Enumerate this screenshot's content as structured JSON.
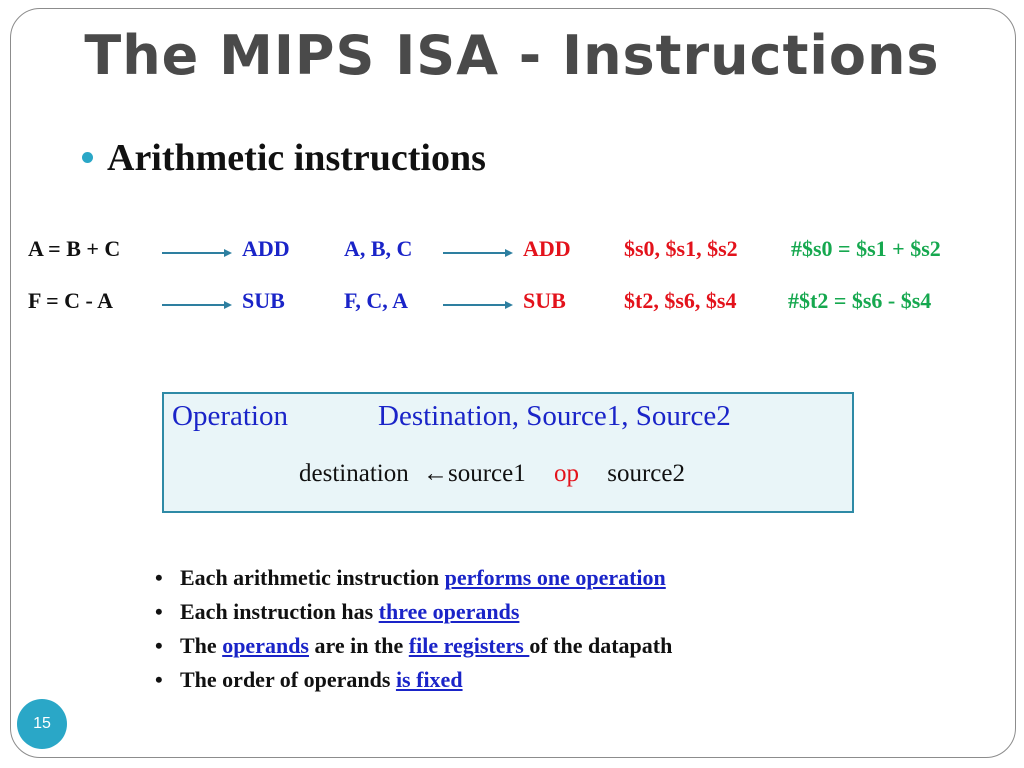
{
  "slide": {
    "title": "The MIPS ISA - Instructions",
    "heading": "Arithmetic instructions",
    "page_number": "15"
  },
  "examples": [
    {
      "expr": "A = B + C",
      "op": "ADD",
      "args": "A, B, C",
      "mips_op": "ADD",
      "mips_args": "$s0, $s1, $s2",
      "comment": "#$s0 = $s1 + $s2"
    },
    {
      "expr": "F = C - A",
      "op": "SUB",
      "args": "F, C, A",
      "mips_op": "SUB",
      "mips_args": "$t2, $s6, $s4",
      "comment": "#$t2 = $s6 - $s4"
    }
  ],
  "format_box": {
    "operation": "Operation",
    "operands": "Destination, Source1, Source2",
    "destination": "destination",
    "arrow": "←",
    "source1": "source1",
    "op": "op",
    "source2": "source2"
  },
  "bullets": [
    {
      "pre": "Each arithmetic instruction ",
      "link1": "performs one operation",
      "mid": "",
      "link2": "",
      "post": ""
    },
    {
      "pre": "Each instruction has ",
      "link1": "three operands",
      "mid": "",
      "link2": "",
      "post": ""
    },
    {
      "pre": "The ",
      "link1": "operands",
      "mid": " are in the ",
      "link2": "file registers ",
      "post": "of the datapath"
    },
    {
      "pre": "The order of operands ",
      "link1": "is fixed",
      "mid": "",
      "link2": "",
      "post": ""
    }
  ],
  "bullet_glyph": "•",
  "colors": {
    "accent": "#2aa7c7",
    "blue": "#1a24c8",
    "red": "#e3121b",
    "green": "#16a84f",
    "title": "#4a4a4a"
  }
}
